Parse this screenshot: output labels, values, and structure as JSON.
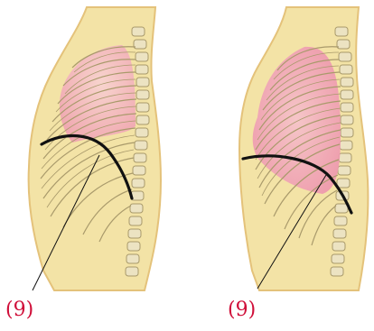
{
  "figures": [
    {
      "label": "(9)",
      "state": "diaphragm-high"
    },
    {
      "label": "(9)",
      "state": "diaphragm-low"
    }
  ],
  "colors": {
    "skin": "#f3e3a6",
    "skin_edge": "#e4c27a",
    "lung": "#f2a9b6",
    "lung_light": "#f8d2d2",
    "rib": "#e7d9a0",
    "rib_line": "#a99a6b",
    "diaphragm": "#111111",
    "caption": "#d0103a"
  }
}
